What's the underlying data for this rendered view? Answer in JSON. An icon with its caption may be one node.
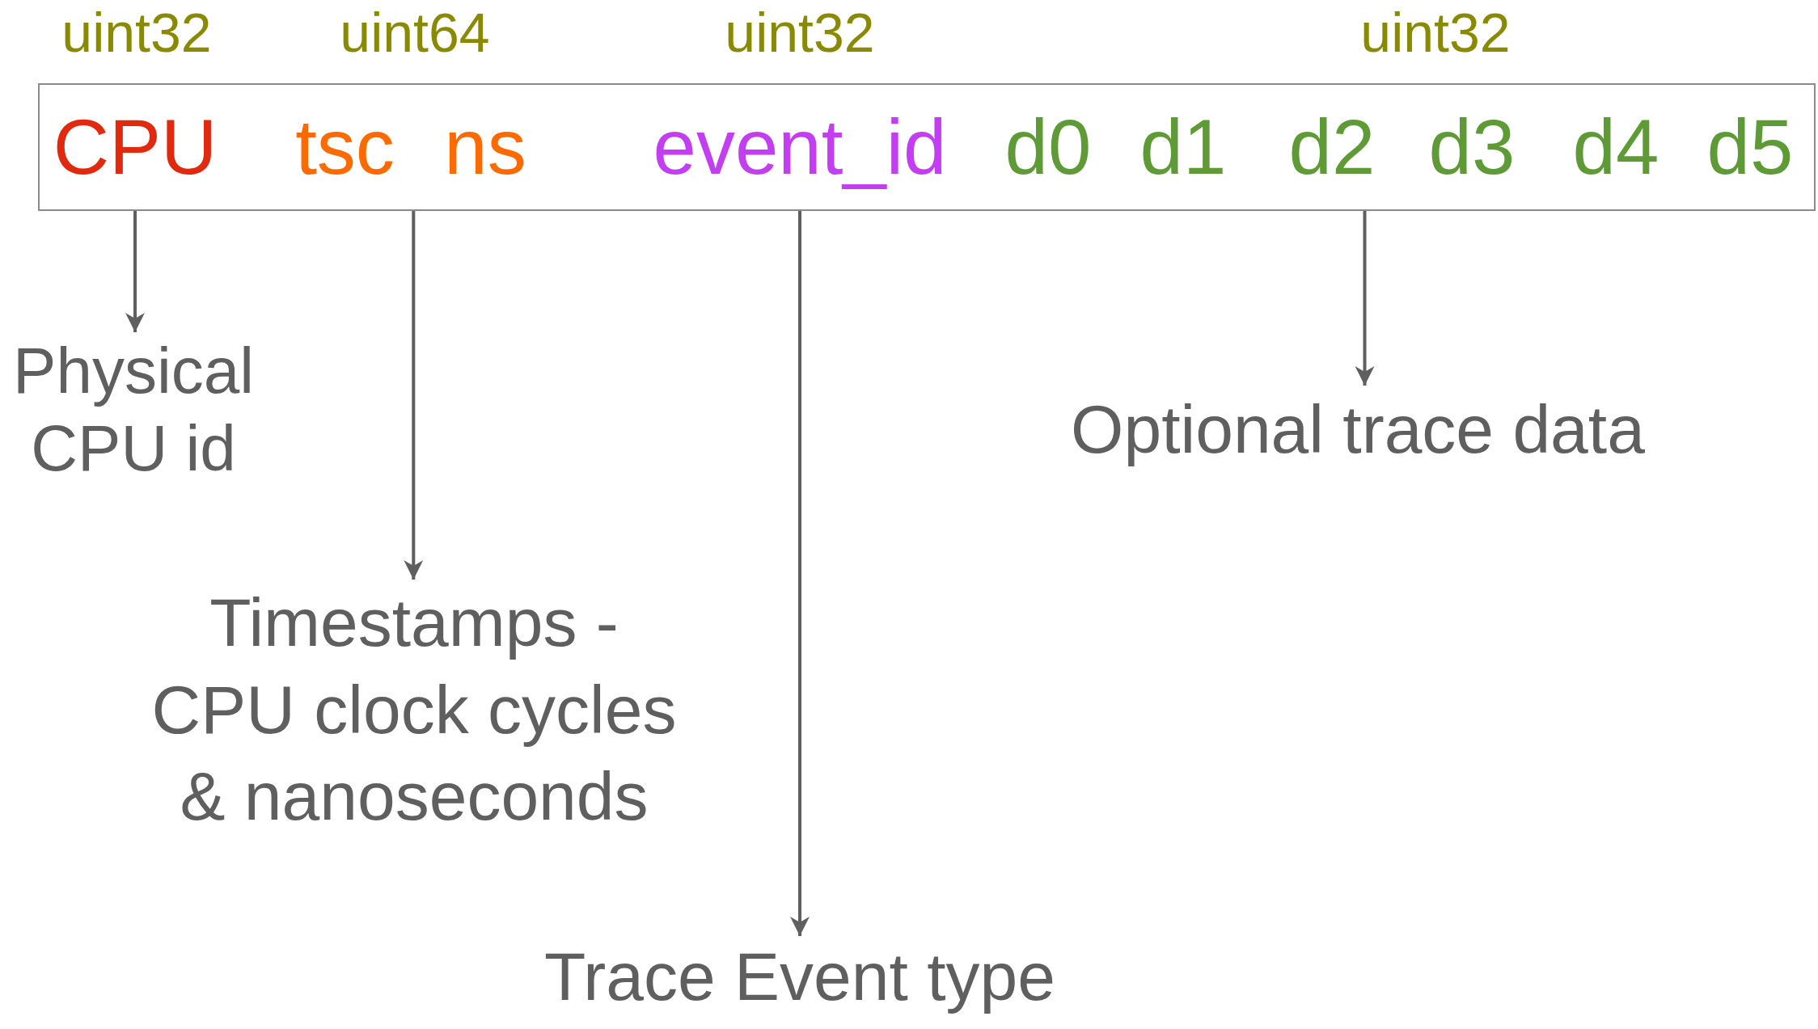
{
  "diagram": {
    "nodes": [
      {
        "text": [],
        "shape": "box"
      },
      {
        "text": [
          "CPU"
        ],
        "in": 0
      },
      {
        "text": [
          "tsc"
        ],
        "in": 0
      },
      {
        "text": [
          "ns"
        ],
        "in": 0
      },
      {
        "text": [
          "event_id"
        ],
        "in": 0
      },
      {
        "text": [
          "d0"
        ],
        "in": 0
      },
      {
        "text": [
          "d1"
        ],
        "in": 0
      },
      {
        "text": [
          "d2"
        ],
        "in": 0
      },
      {
        "text": [
          "d3"
        ],
        "in": 0
      },
      {
        "text": [
          "d4"
        ],
        "in": 0
      },
      {
        "text": [
          "d5"
        ],
        "in": 0
      },
      {
        "text": [
          "Physical CPU id"
        ]
      },
      {
        "text": [
          "Timestamps - CPU clock cycles & nanoseconds"
        ]
      },
      {
        "text": [
          "Trace Event type"
        ]
      },
      {
        "text": [
          "Optional trace data"
        ]
      }
    ],
    "edges": [
      {
        "from": 1,
        "to": 11,
        "arrow": "to"
      },
      {
        "from": 2,
        "to": 12,
        "arrow": "to"
      },
      {
        "from": 4,
        "to": 13,
        "arrow": "to"
      },
      {
        "from": 7,
        "to": 14,
        "arrow": "to"
      }
    ],
    "labels": [
      "uint32",
      "uint64",
      "uint32",
      "uint32"
    ]
  }
}
